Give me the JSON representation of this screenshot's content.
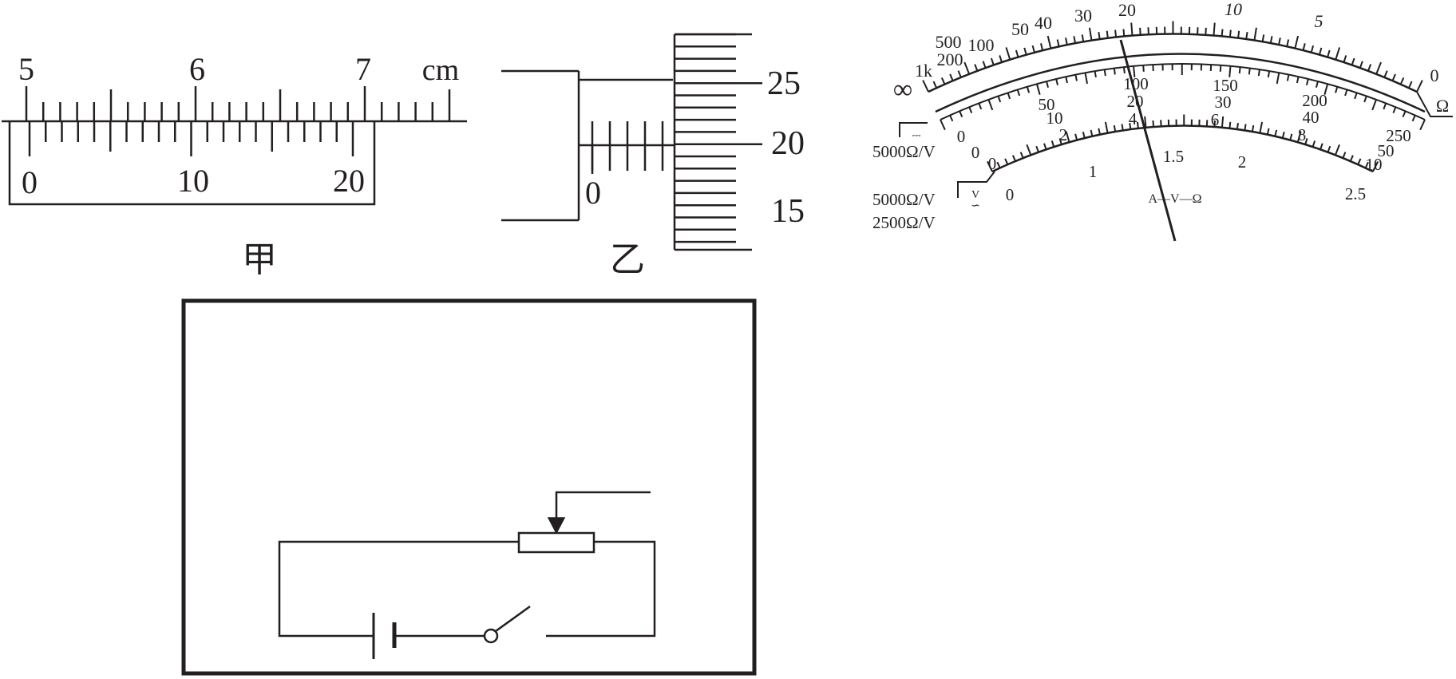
{
  "caliper": {
    "main_labels": [
      "5",
      "6",
      "7"
    ],
    "unit": "cm",
    "vernier_labels": [
      "0",
      "10",
      "20"
    ],
    "caption": "甲"
  },
  "micrometer": {
    "sleeve_zero": "0",
    "thimble_labels": [
      "25",
      "20",
      "15"
    ],
    "caption": "乙"
  },
  "meter": {
    "ohm_labels": [
      "∞",
      "1k",
      "500",
      "200",
      "100",
      "50",
      "40",
      "30",
      "20",
      "10",
      "5",
      "0"
    ],
    "ohm_symbol": "Ω",
    "dc_labels": [
      "0",
      "50",
      "100",
      "150",
      "200",
      "250"
    ],
    "dc_mid_labels": [
      "0",
      "10",
      "20",
      "30",
      "40",
      "50"
    ],
    "ac_labels": [
      "0",
      "2",
      "4",
      "6",
      "8",
      "10"
    ],
    "ac_low_labels": [
      "0",
      "1",
      "1.5",
      "2",
      "2.5"
    ],
    "dc_side_label": "5000Ω/V",
    "ac_side_label_1": "5000Ω/V",
    "ac_side_label_2": "2500Ω/V",
    "center_label": "A—V—Ω",
    "dc_marker": "⎓",
    "ac_marker": "V",
    "ac_marker_2": "∽"
  },
  "circuit": {
    "components": [
      "battery-symbol",
      "switch-symbol",
      "rheostat-symbol",
      "slider-arrow"
    ]
  }
}
